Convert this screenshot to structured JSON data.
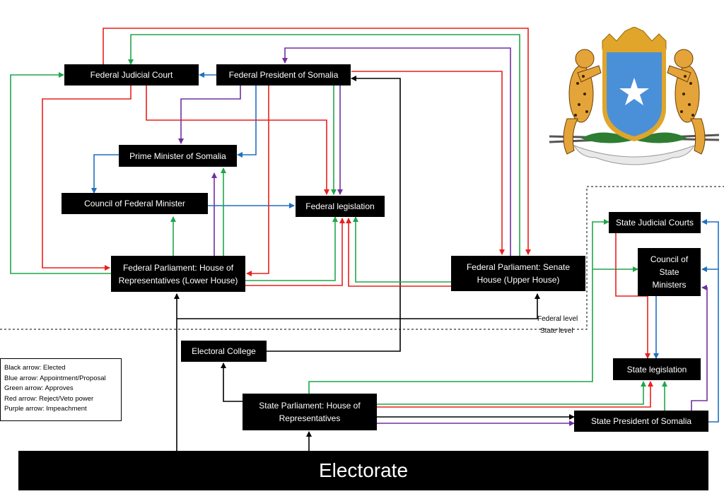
{
  "nodes": {
    "judicial": "Federal Judicial Court",
    "president": "Federal President of Somalia",
    "pm": "Prime Minister of Somalia",
    "council": "Council of Federal Minister",
    "fed_legislation": "Federal legislation",
    "house": [
      "Federal Parliament: House of",
      "Representatives (Lower House)"
    ],
    "senate": [
      "Federal Parliament: Senate",
      "House (Upper House)"
    ],
    "state_judicial": "State Judicial Courts",
    "state_council": [
      "Council of",
      "State",
      "Ministers"
    ],
    "state_legislation": "State legislation",
    "electoral_college": "Electoral College",
    "state_parliament": [
      "State Parliament: House of",
      "Representatives"
    ],
    "state_president": "State President of Somalia",
    "electorate": "Electorate"
  },
  "levels": {
    "federal": "Federal level",
    "state": "State level"
  },
  "legend": [
    "Black arrow: Elected",
    "Blue arrow: Appointment/Proposal",
    "Green arrow: Approves",
    "Red arrow: Reject/Veto power",
    "Purple arrow: Impeachment"
  ],
  "colors": {
    "black": "#000000",
    "blue": "#1f6fbf",
    "green": "#1fa64a",
    "red": "#e8211c",
    "purple": "#7030a0",
    "shield_blue": "#4a90d9",
    "gold": "#e0a52a"
  }
}
